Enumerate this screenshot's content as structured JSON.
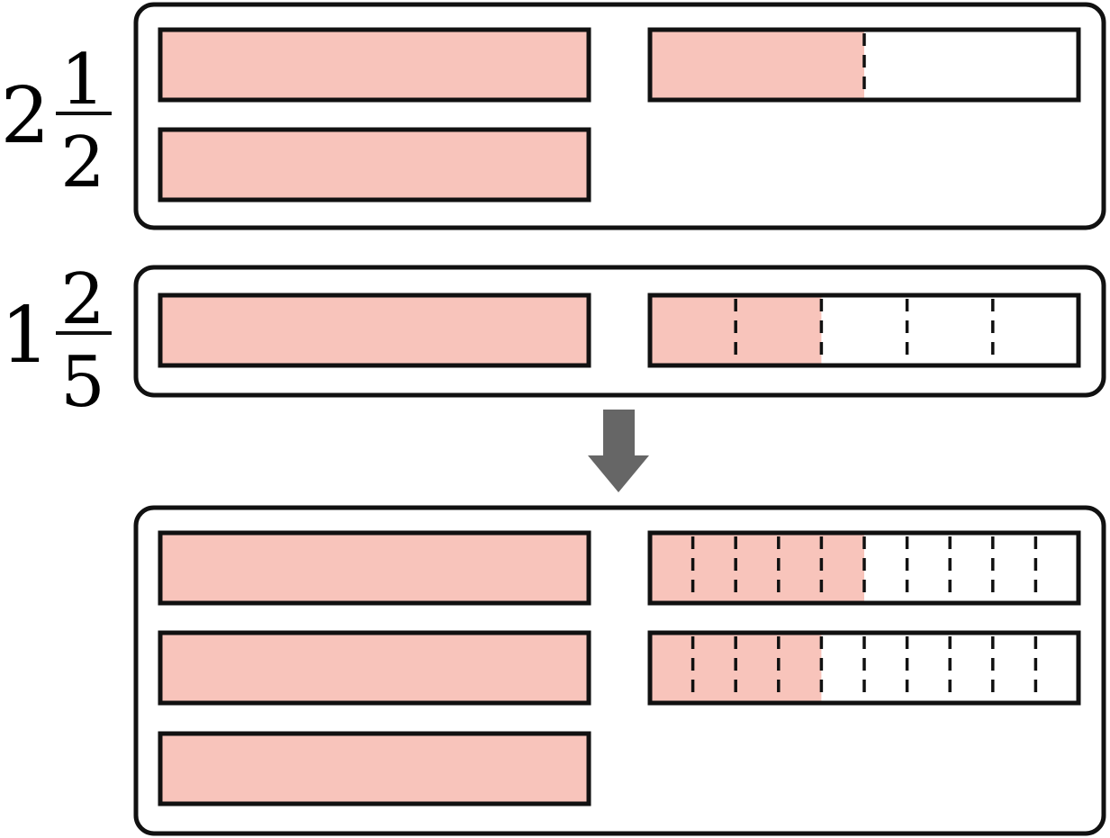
{
  "colors": {
    "fill": "#f8c4bb",
    "stroke": "#111111",
    "arrow": "#666666",
    "background": "#ffffff"
  },
  "labels": [
    {
      "whole": "2",
      "numerator": "1",
      "denominator": "2"
    },
    {
      "whole": "1",
      "numerator": "2",
      "denominator": "5"
    }
  ],
  "groups": [
    {
      "name": "mixed-number-2-1-2",
      "bars": [
        {
          "divisions": 1,
          "filled": 1
        },
        {
          "divisions": 2,
          "filled": 1
        },
        {
          "divisions": 1,
          "filled": 1
        }
      ]
    },
    {
      "name": "mixed-number-1-2-5",
      "bars": [
        {
          "divisions": 1,
          "filled": 1
        },
        {
          "divisions": 5,
          "filled": 2
        }
      ]
    },
    {
      "name": "sum-result",
      "bars": [
        {
          "divisions": 1,
          "filled": 1
        },
        {
          "divisions": 10,
          "filled": 5
        },
        {
          "divisions": 1,
          "filled": 1
        },
        {
          "divisions": 10,
          "filled": 4
        },
        {
          "divisions": 1,
          "filled": 1
        }
      ]
    }
  ],
  "arrow": {
    "direction": "down",
    "icon": "down-arrow-icon"
  }
}
